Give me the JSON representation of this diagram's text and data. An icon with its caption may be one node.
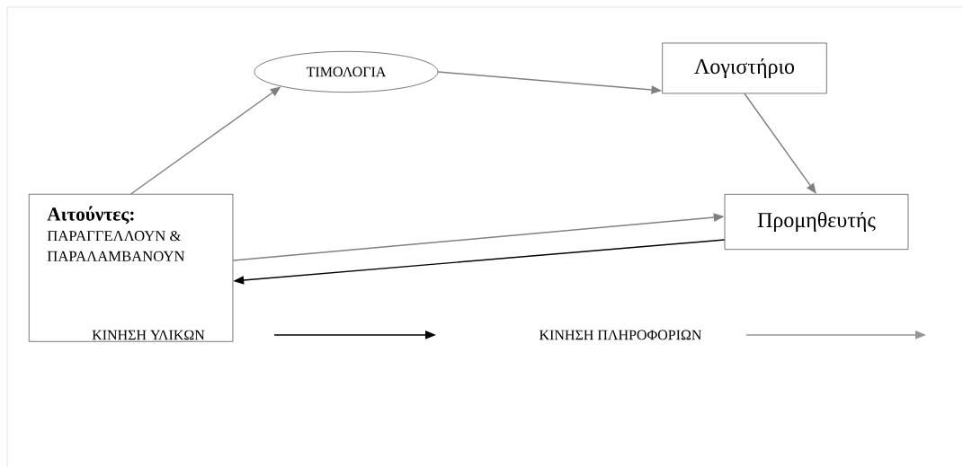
{
  "diagram": {
    "nodes": [
      {
        "text": [
          "ΤΙΜΟΛΟΓΙΑ"
        ]
      },
      {
        "text": [
          "Λογιστήριο"
        ]
      },
      {
        "text": [
          "Αιτούντες:",
          "ΠΑΡΑΓΓΕΛΛΟΥΝ & ΠΑΡΑΛΑΜΒΑΝΟΥΝ"
        ]
      },
      {
        "text": [
          "Προμηθευτής"
        ]
      }
    ],
    "edges": [
      {
        "from": 2,
        "to": 0,
        "arrow": "to"
      },
      {
        "from": 0,
        "to": 1,
        "arrow": "to"
      },
      {
        "from": 1,
        "to": 3,
        "arrow": "to"
      },
      {
        "from": 2,
        "to": 3,
        "arrow": "to"
      },
      {
        "from": 3,
        "to": 2,
        "arrow": "to",
        "color": "#000000"
      }
    ],
    "legend": [
      {
        "text": "ΚΙΝΗΣΗ ΥΛΙΚΩΝ"
      },
      {
        "text": "ΚΙΝΗΣΗ ΠΛΗΡΟΦΟΡΙΩΝ"
      }
    ]
  }
}
